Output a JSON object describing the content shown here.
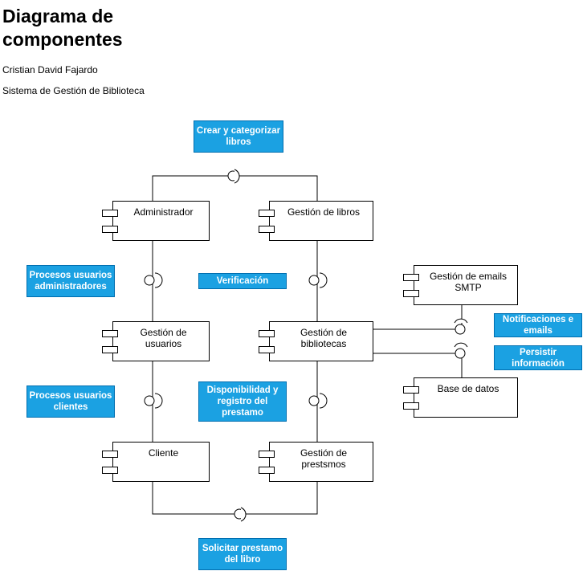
{
  "header": {
    "title_line1": "Diagrama de",
    "title_line2": "componentes",
    "author": "Cristian David Fajardo",
    "system": "Sistema de Gestión de Biblioteca"
  },
  "components": {
    "administrador": "Administrador",
    "gestion_libros": "Gestión de libros",
    "gestion_usuarios_1": "Gestión de",
    "gestion_usuarios_2": "usuarios",
    "gestion_bibliotecas_1": "Gestión de",
    "gestion_bibliotecas_2": "bibliotecas",
    "cliente": "Cliente",
    "gestion_prestamos_1": "Gestión de",
    "gestion_prestamos_2": "prestsmos",
    "gestion_emails_1": "Gestión de emails",
    "gestion_emails_2": "SMTP",
    "base_datos": "Base de datos"
  },
  "notes": {
    "crear_1": "Crear y categorizar",
    "crear_2": "libros",
    "procesos_admin_1": "Procesos usuarios",
    "procesos_admin_2": "administradores",
    "verificacion": "Verificación",
    "notificaciones_1": "Notificaciones e",
    "notificaciones_2": "emails",
    "persistir_1": "Persistir",
    "persistir_2": "información",
    "procesos_clientes_1": "Procesos usuarios",
    "procesos_clientes_2": "clientes",
    "disponibilidad_1": "Disponibilidad y",
    "disponibilidad_2": "registro del",
    "disponibilidad_3": "prestamo",
    "solicitar_1": "Solicitar prestamo",
    "solicitar_2": "del libro"
  },
  "colors": {
    "note_fill": "#1ba1e2",
    "note_border": "#006eaf",
    "line": "#000000"
  }
}
